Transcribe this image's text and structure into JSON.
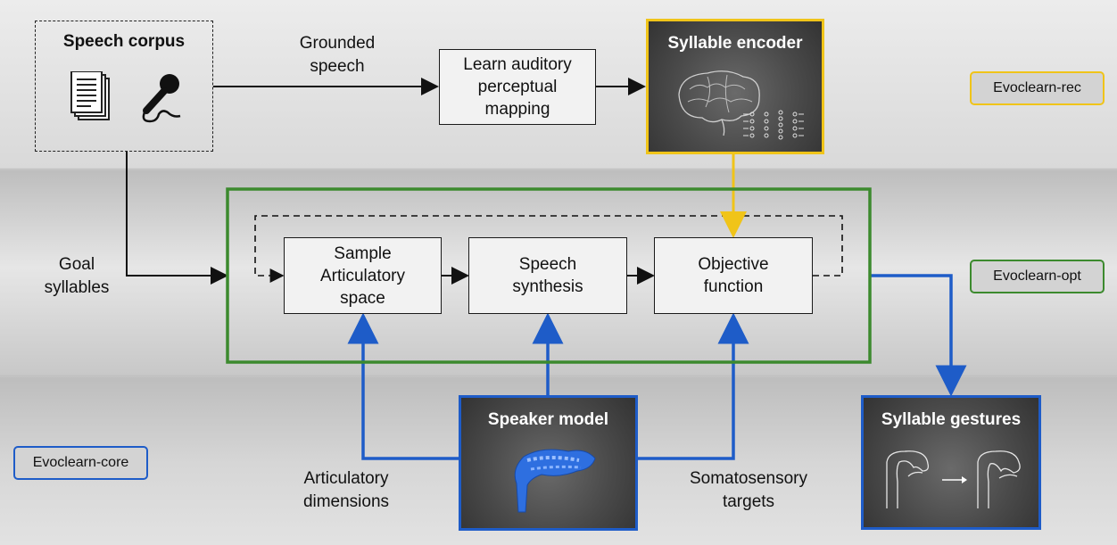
{
  "speech_corpus": {
    "title": "Speech corpus",
    "icons": [
      "documents-icon",
      "microphone-icon"
    ]
  },
  "labels": {
    "grounded_speech": "Grounded\nspeech",
    "goal_syllables": "Goal\nsyllables",
    "articulatory_dimensions": "Articulatory\ndimensions",
    "somatosensory_targets": "Somatosensory\ntargets"
  },
  "boxes": {
    "learn_mapping": "Learn auditory\nperceptual\nmapping",
    "sample_space": "Sample\nArticulatory\nspace",
    "speech_synthesis": "Speech\nsynthesis",
    "objective_function": "Objective\nfunction"
  },
  "panels": {
    "syllable_encoder": "Syllable encoder",
    "speaker_model": "Speaker model",
    "syllable_gestures": "Syllable gestures"
  },
  "tags": {
    "rec": "Evoclearn-rec",
    "opt": "Evoclearn-opt",
    "core": "Evoclearn-core"
  },
  "colors": {
    "rec": "#f0c419",
    "opt": "#3c8a2e",
    "core": "#1e5cc8"
  }
}
